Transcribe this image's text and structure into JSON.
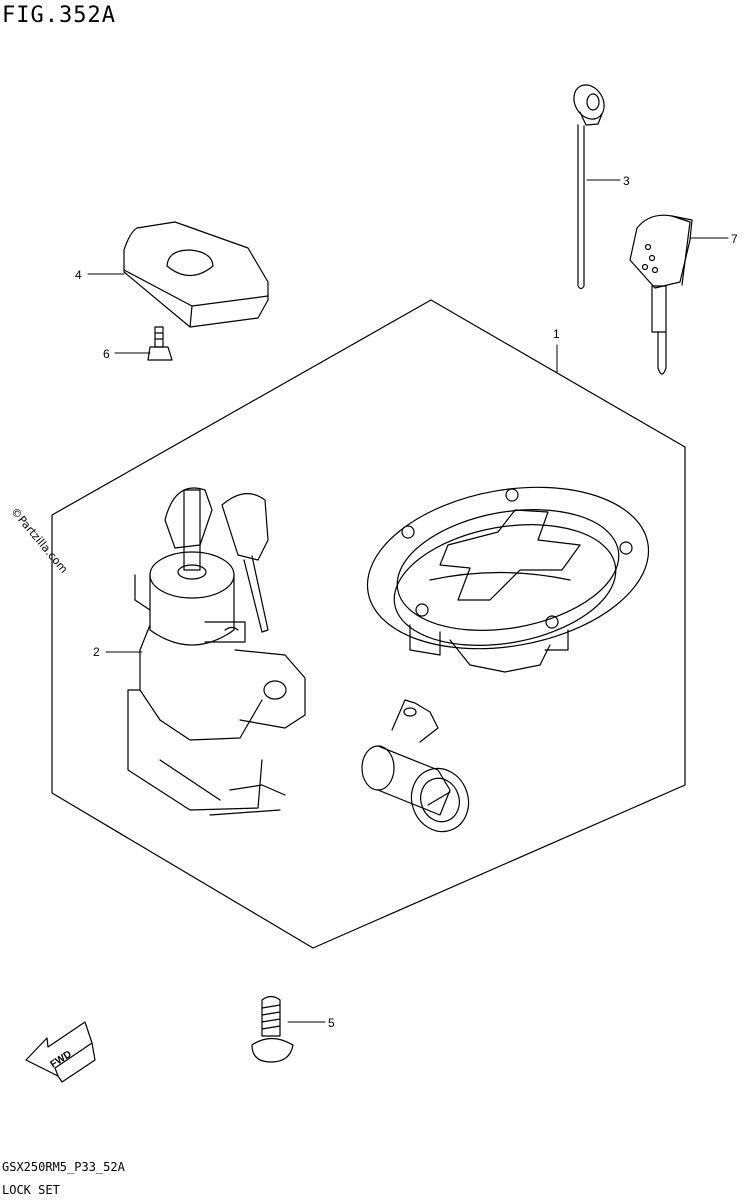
{
  "header": {
    "figure_title": "FIG.352A"
  },
  "footer": {
    "model_code": "GSX250RM5_P33_52A",
    "caption": "LOCK SET"
  },
  "watermark": {
    "text": "©Partzilla.com"
  },
  "direction_arrow": {
    "label": "FWD"
  },
  "callouts": [
    {
      "number": "1",
      "part": "lock set assembly"
    },
    {
      "number": "2",
      "part": "ignition switch"
    },
    {
      "number": "3",
      "part": "seat lock cable"
    },
    {
      "number": "4",
      "part": "cover"
    },
    {
      "number": "5",
      "part": "bolt"
    },
    {
      "number": "6",
      "part": "bolt"
    },
    {
      "number": "7",
      "part": "key"
    }
  ],
  "colors": {
    "line": "#000000",
    "background": "#ffffff"
  }
}
